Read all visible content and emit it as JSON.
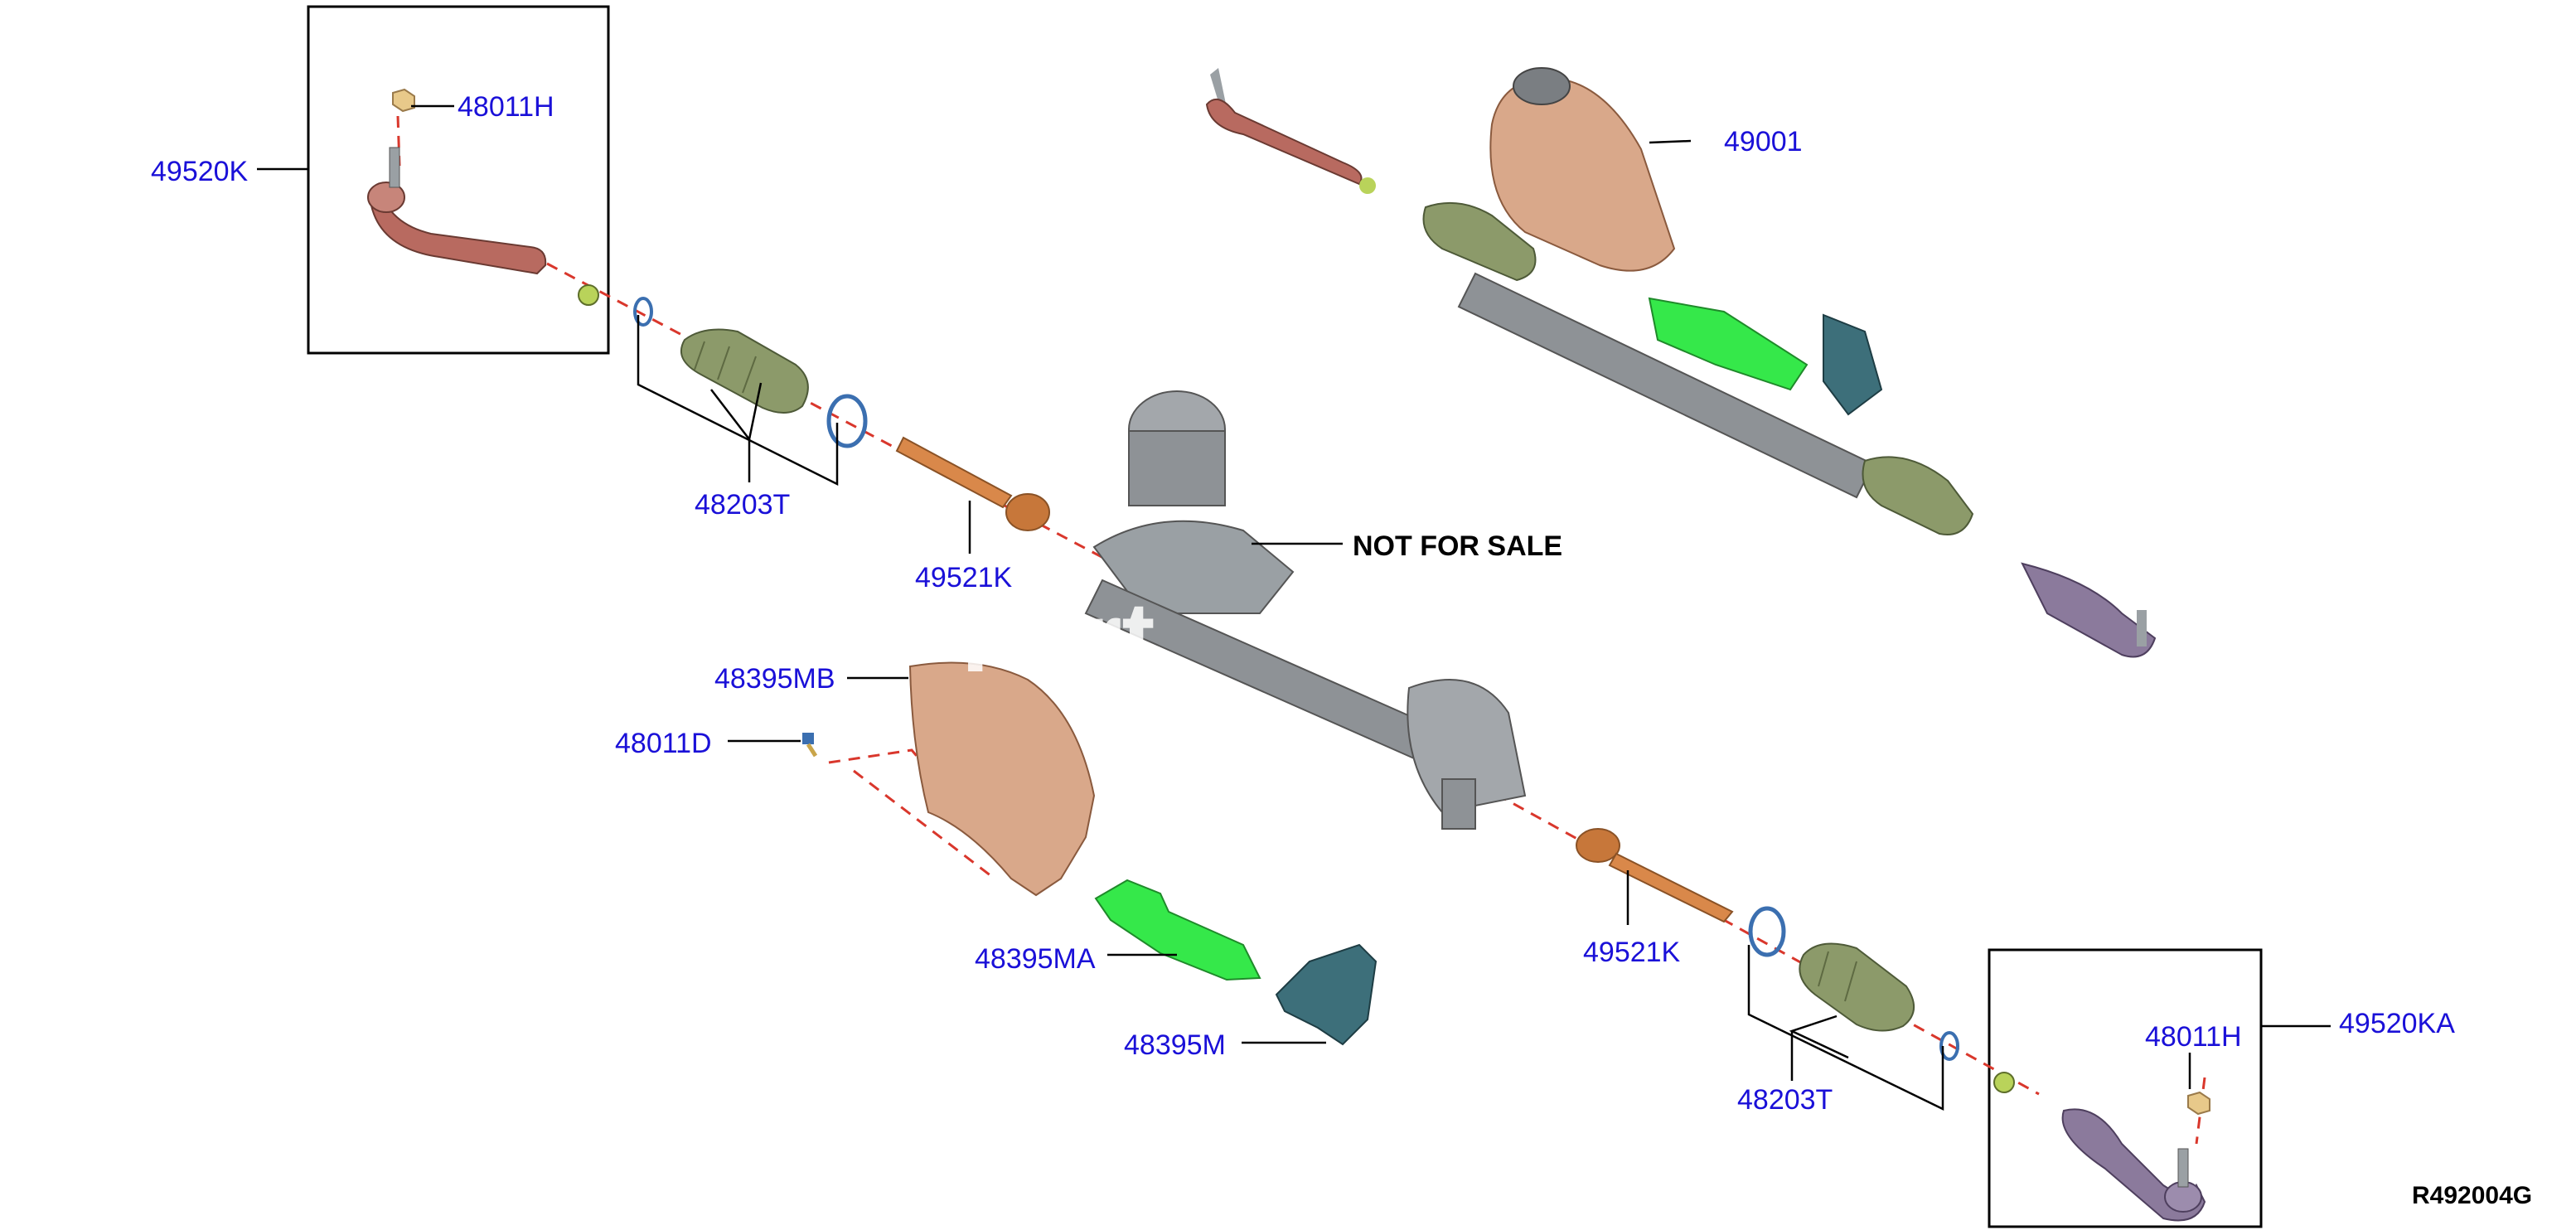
{
  "colors": {
    "label": "#1a10d8",
    "note": "#000000",
    "leader": "#000000",
    "centerline": "#d9372c",
    "heat_shield": "#d9a88a",
    "bracket_green": "#35e84a",
    "bracket_teal": "#3d6f7a",
    "tie_rod_end_left": "#b86a60",
    "tie_rod_end_right": "#8b7a9c",
    "boot": "#8c9a6a",
    "inner_rod": "#d9884a",
    "rack_gray": "#8e9296"
  },
  "labels": {
    "tie_rod_end_left_box": "49520K",
    "nut_left": "48011H",
    "rack_assembly": "49001",
    "boot_left": "48203T",
    "inner_rod_left": "49521K",
    "not_for_sale": "NOT FOR SALE",
    "heat_shield": "48395MB",
    "bolt": "48011D",
    "bracket_green": "48395MA",
    "bracket_teal": "48395M",
    "inner_rod_right": "49521K",
    "boot_right": "48203T",
    "nut_right": "48011H",
    "tie_rod_end_right_box": "49520KA",
    "diagram_code": "R492004G"
  },
  "icons": [
    "tie-rod-end-icon",
    "lock-nut-icon",
    "boot-icon",
    "clamp-ring-icon",
    "inner-tie-rod-icon",
    "steering-gear-icon",
    "heat-shield-icon",
    "bracket-icon",
    "bolt-icon"
  ]
}
